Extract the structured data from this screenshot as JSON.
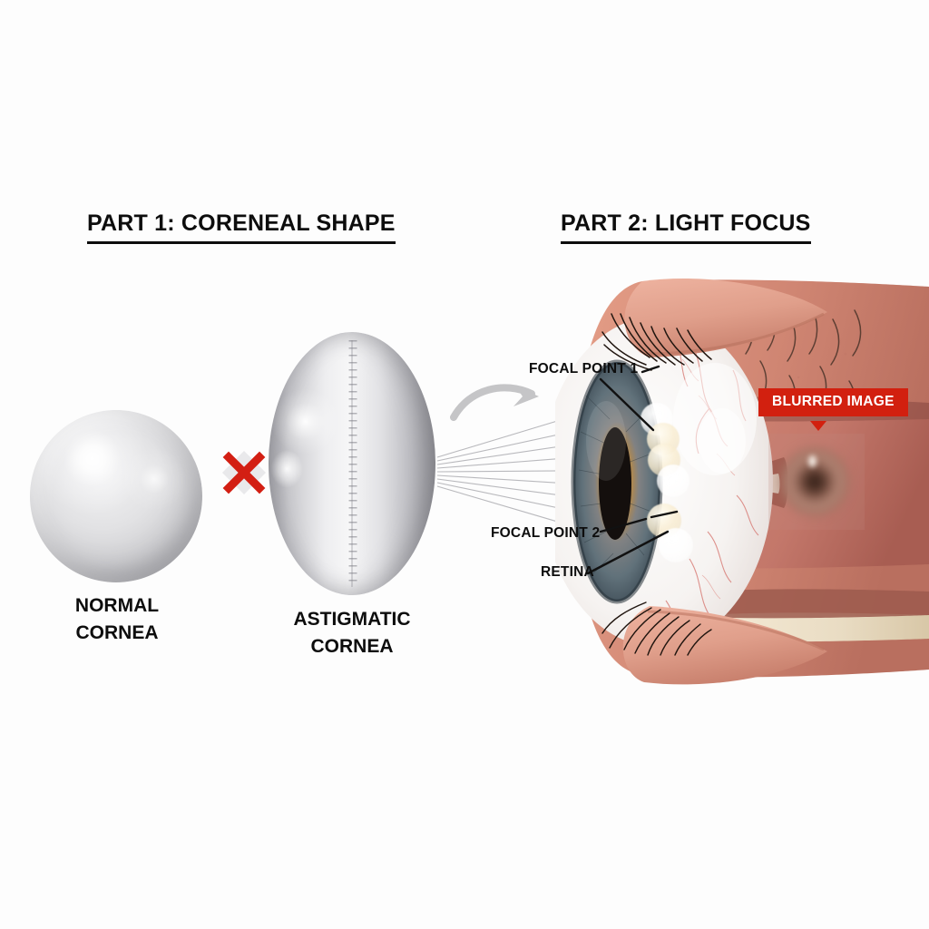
{
  "figure": {
    "background_color": "#fdfdfd",
    "accent_red": "#d2200f",
    "ink": "#0d0d0d"
  },
  "headings": {
    "part1": "PART 1: CORENEAL SHAPE",
    "part2": "PART 2: LIGHT FOCUS"
  },
  "part1": {
    "normal_cornea_label": "NORMAL\nCORNEA",
    "astigmatic_cornea_label": "ASTIGMATIC\nCORNEA",
    "comparison_marker": "x-mark",
    "marker_color": "#d31f13"
  },
  "part2": {
    "callouts": [
      {
        "id": "focal-point-1",
        "label": "FOCAL POINT 1"
      },
      {
        "id": "focal-point-2",
        "label": "FOCAL POINT 2"
      },
      {
        "id": "retina",
        "label": "RETINA"
      }
    ],
    "badge": {
      "label": "BLURRED IMAGE",
      "background": "#d2200f",
      "text_color": "#ffffff"
    },
    "transition_arrow": "curved-arrow-right",
    "light_ray_count": 9,
    "focal_highlight_count": 6
  }
}
